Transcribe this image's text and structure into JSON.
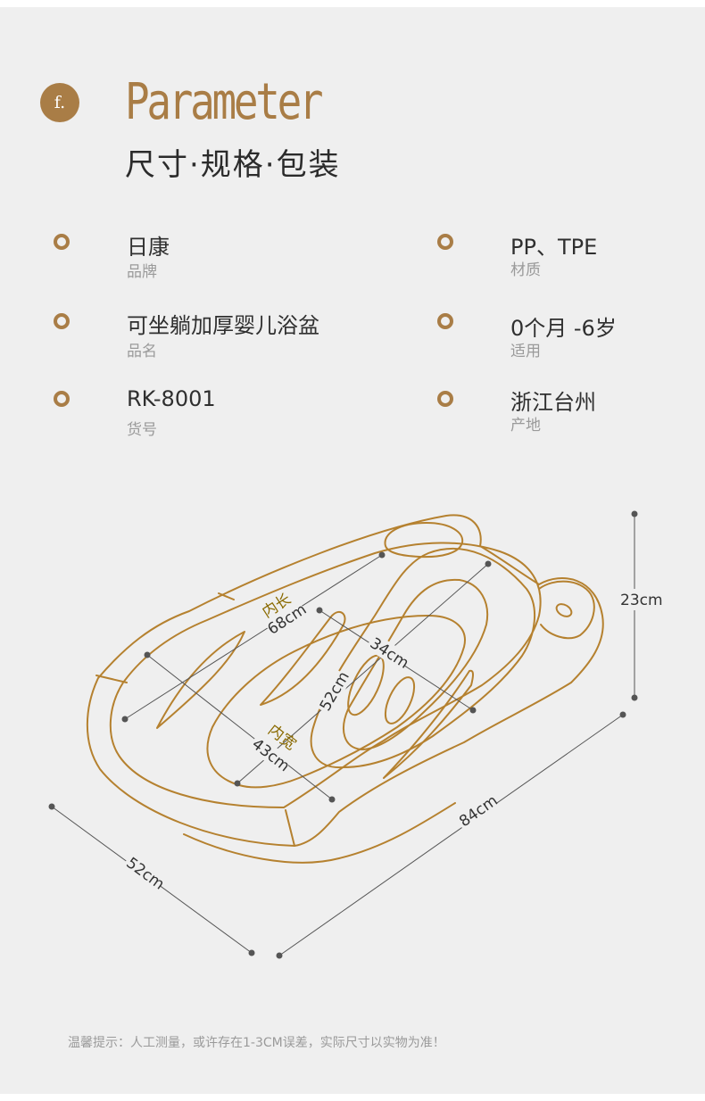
{
  "header": {
    "badge": "f.",
    "title_en": "Parameter",
    "title_cn": "尺寸·规格·包装"
  },
  "params": [
    {
      "value": "日康",
      "label": "品牌"
    },
    {
      "value": "PP、TPE",
      "label": "材质"
    },
    {
      "value": "可坐躺加厚婴儿浴盆",
      "label": "品名"
    },
    {
      "value": "0个月 -6岁",
      "label": "适用"
    },
    {
      "value": "RK-8001",
      "label": "货号"
    },
    {
      "value": "浙江台州",
      "label": "产地"
    }
  ],
  "dimensions": {
    "height": "23cm",
    "width": "52cm",
    "length": "84cm",
    "inner_length_label": "内长",
    "inner_length": "68cm",
    "inner_width_label": "内宽",
    "inner_width": "43cm",
    "seat_width": "34cm",
    "seat_length": "52cm"
  },
  "footer": {
    "tip": "温馨提示：人工测量，或许存在1-3CM误差，实际尺寸以实物为准！"
  },
  "colors": {
    "accent": "#a97d46",
    "outline": "#b5812f",
    "background": "#efefef"
  }
}
